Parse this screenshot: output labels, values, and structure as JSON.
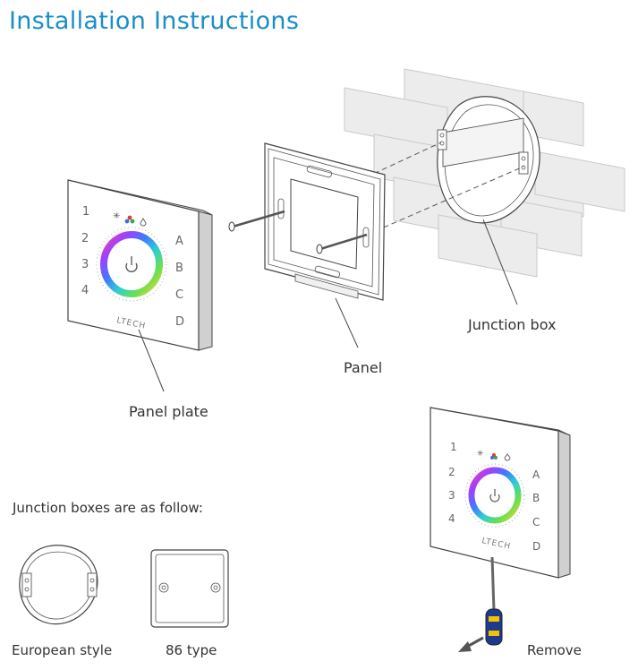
{
  "title": "Installation Instructions",
  "labels": {
    "junction_box": "Junction box",
    "panel": "Panel",
    "panel_plate": "Panel plate",
    "junction_intro": "Junction boxes are as follow:",
    "european": "European style",
    "type86": "86 type",
    "remove": "Remove"
  },
  "panel_keys": {
    "left": [
      "1",
      "2",
      "3",
      "4"
    ],
    "right": [
      "A",
      "B",
      "C",
      "D"
    ]
  },
  "logo_text": "LTECH",
  "colors": {
    "title": "#1a8ec9",
    "arrow": "#555555",
    "screwdriver_handle": "#1f3a8c",
    "screwdriver_accent": "#f2c300"
  },
  "icons": [
    "sun-icon",
    "color-drop-icon",
    "white-drop-icon",
    "power-icon"
  ]
}
